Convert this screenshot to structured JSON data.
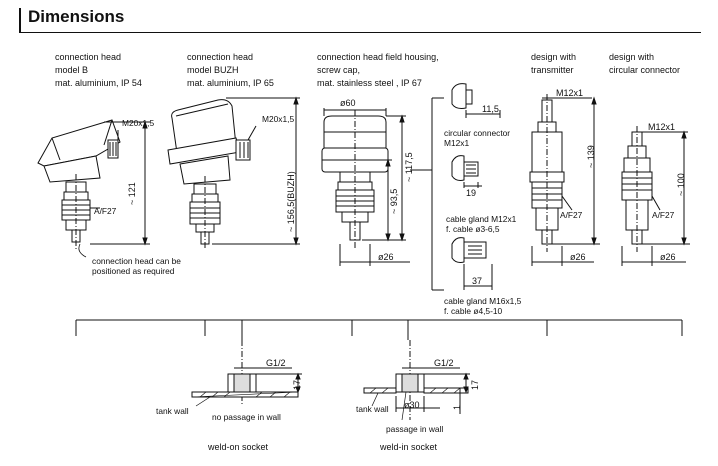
{
  "header": {
    "title": "Dimensions"
  },
  "col1": {
    "title": [
      "connection head",
      "model B",
      "mat. aluminium, IP 54"
    ],
    "thread": "M20x1,5",
    "height": "~ 121",
    "wrench": "A/F27",
    "note": [
      "connection head can be",
      "positioned as required"
    ]
  },
  "col2": {
    "title": [
      "connection head",
      "model BUZH",
      "mat. aluminium, IP 65"
    ],
    "thread": "M20x1,5",
    "height": "~ 156,5(BUZH)"
  },
  "col3": {
    "title": [
      "connection head field housing,",
      "screw cap,",
      "mat. stainless steel , IP 67"
    ],
    "diam_top": "ø60",
    "diam_bottom": "ø26",
    "height1": "~ 117,5",
    "height2": "~ 93,5"
  },
  "variants": {
    "v1": {
      "dim": "11,5",
      "label": [
        "circular connector",
        "M12x1"
      ]
    },
    "v2": {
      "dim": "19",
      "label": [
        "cable gland M12x1",
        "f. cable ø3-6,5"
      ]
    },
    "v3": {
      "dim": "37",
      "label": [
        "cable gland M16x1,5",
        "f. cable ø4,5-10"
      ]
    }
  },
  "col4": {
    "title": [
      "design with",
      "transmitter"
    ],
    "thread": "M12x1",
    "height": "~ 139",
    "wrench": "A/F27",
    "diam": "ø26"
  },
  "col5": {
    "title": [
      "design with",
      "circular connector"
    ],
    "thread": "M12x1",
    "height": "~ 100",
    "wrench": "A/F27",
    "diam": "ø26"
  },
  "socket_weldon": {
    "thread": "G1/2",
    "height": "17",
    "wall": "tank wall",
    "passage": "no passage in wall",
    "name": "weld-on socket"
  },
  "socket_weldin": {
    "thread": "G1/2",
    "height": "17",
    "dia": "ø30",
    "thickness": "1",
    "wall": "tank wall",
    "passage": "passage in wall",
    "name": "weld-in socket"
  }
}
